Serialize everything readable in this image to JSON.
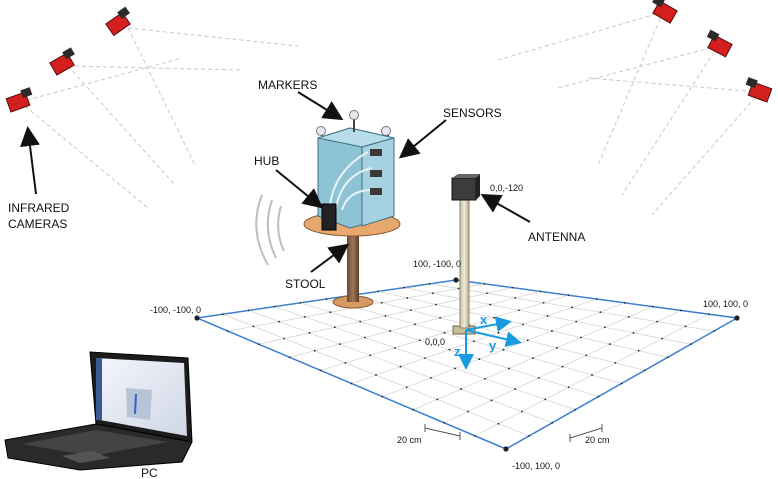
{
  "labels": {
    "markers": "MARKERS",
    "sensors": "SENSORS",
    "hub": "HUB",
    "infrared_line1": "INFRARED",
    "infrared_line2": "CAMERAS",
    "antenna": "ANTENNA",
    "stool": "STOOL",
    "pc": "PC"
  },
  "coordinates": {
    "antenna_top": "0,0,-120",
    "back_corner": "100, -100, 0",
    "left_corner": "-100, -100, 0",
    "right_corner": "100, 100, 0",
    "front_corner": "-100, 100, 0",
    "origin": "0,0,0"
  },
  "scale": {
    "left": "20 cm",
    "right": "20 cm"
  },
  "axes": {
    "x": "x",
    "y": "y",
    "z": "z"
  },
  "colors": {
    "camera_red": "#d41f1f",
    "axis_blue": "#1a9be0",
    "floor_border": "#3a7fd0",
    "grid": "#cfcfcf",
    "hub_blue": "#8ec3d6",
    "wood": "#e7a870"
  }
}
